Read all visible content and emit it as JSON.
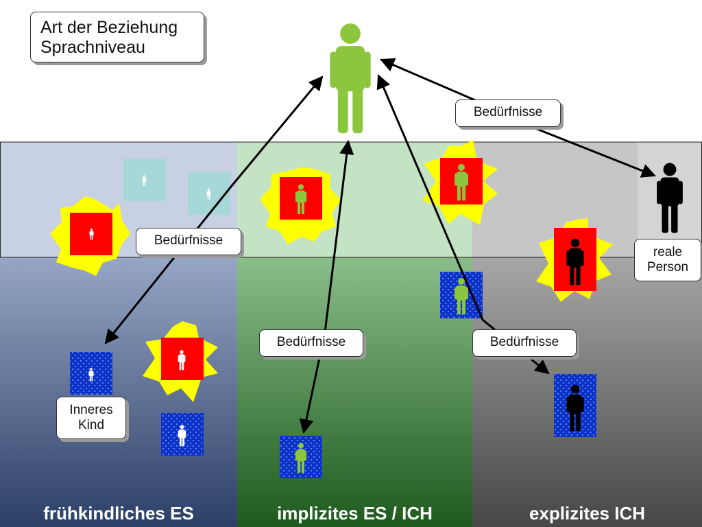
{
  "title_box": {
    "line1": "Art der Beziehung",
    "line2": "Sprachniveau"
  },
  "needs_labels": [
    "Bedürfnisse",
    "Bedürfnisse",
    "Bedürfnisse",
    "Bedürfnisse"
  ],
  "real_person": {
    "line1": "reale",
    "line2": "Person"
  },
  "inner_child": {
    "line1": "Inneres",
    "line2": "Kind"
  },
  "columns": [
    "frühkindliches ES",
    "implizites ES / ICH",
    "explizites ICH"
  ],
  "colors": {
    "green_figure": "#8cc63f",
    "red_square": "#ff0000",
    "blue_square": "#0033cc",
    "starburst": "#ffff00",
    "black_figure": "#000000",
    "light_figure": "#a9d6d6"
  }
}
